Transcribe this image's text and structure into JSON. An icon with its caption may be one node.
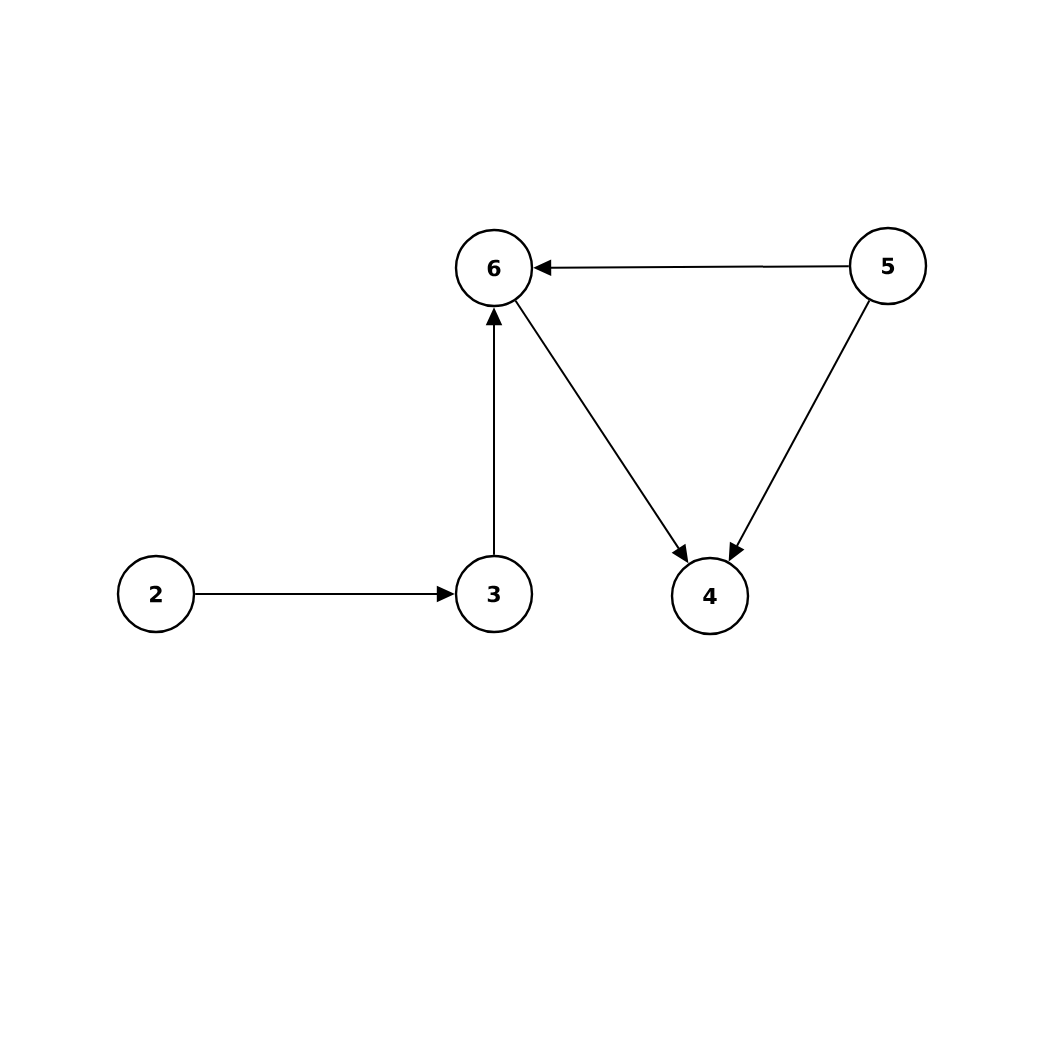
{
  "diagram": {
    "nodes": [
      {
        "text": [
          "6"
        ]
      },
      {
        "text": [
          "5"
        ]
      },
      {
        "text": [
          "2"
        ]
      },
      {
        "text": [
          "3"
        ]
      },
      {
        "text": [
          "4"
        ]
      }
    ],
    "edges": [
      {
        "from": 1,
        "to": 0,
        "arrow": "to"
      },
      {
        "from": 0,
        "to": 4,
        "arrow": "to"
      },
      {
        "from": 1,
        "to": 4,
        "arrow": "to"
      },
      {
        "from": 2,
        "to": 3,
        "arrow": "to"
      },
      {
        "from": 3,
        "to": 0,
        "arrow": "to"
      }
    ]
  }
}
